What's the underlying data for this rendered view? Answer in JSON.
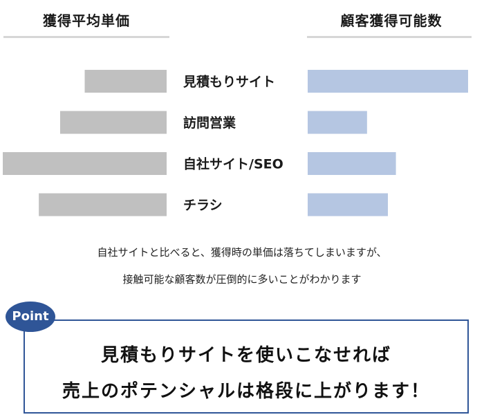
{
  "chart_data": {
    "type": "bar",
    "orientation": "horizontal",
    "layout": "butterfly",
    "categories": [
      "見積もりサイト",
      "訪問営業",
      "自社サイト/SEO",
      "チラシ"
    ],
    "series": [
      {
        "name": "獲得平均単価",
        "values": [
          0.5,
          0.65,
          1.0,
          0.78
        ],
        "color": "#c0c0c0",
        "direction": "left"
      },
      {
        "name": "顧客獲得可能数",
        "values": [
          1.0,
          0.37,
          0.55,
          0.5
        ],
        "color": "#b5c6e2",
        "direction": "right"
      }
    ]
  },
  "caption": {
    "line1": "自社サイトと比べると、獲得時の単価は落ちてしまいますが、",
    "line2": "接触可能な顧客数が圧倒的に多いことがわかります"
  },
  "point": {
    "badge": "Point",
    "line1": "見積もりサイトを使いこなせれば",
    "line2": "売上のポテンシャルは格段に上がります！"
  },
  "colors": {
    "accent": "#2f5597",
    "left_bar": "#c0c0c0",
    "right_bar": "#b5c6e2",
    "rule": "#d6d6d6"
  }
}
